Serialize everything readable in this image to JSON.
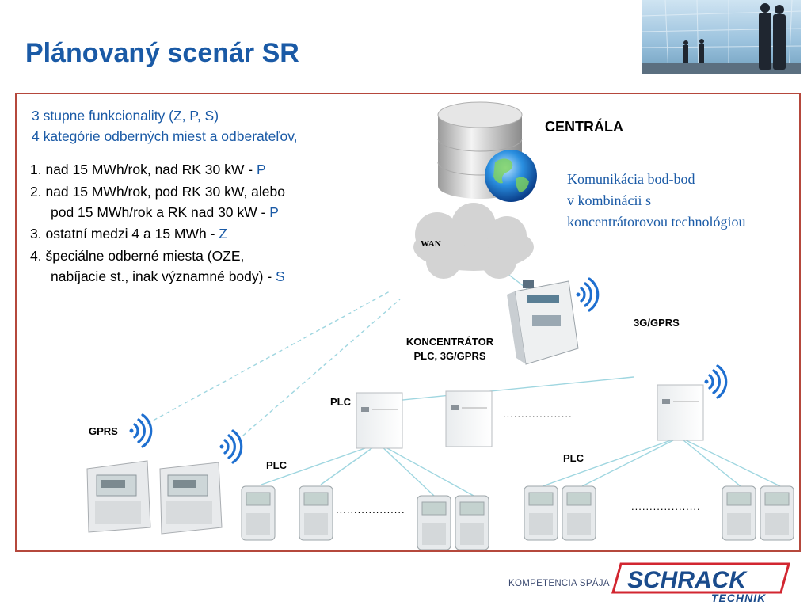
{
  "title": "Plánovaný scenár SR",
  "intro": {
    "line1": "3 stupne funkcionality (Z, P, S)",
    "line2": "4 kategórie odberných miest a odberateľov,"
  },
  "categories": [
    {
      "lines": [
        "1. nad 15 MWh/rok, nad RK 30 kW - "
      ],
      "level": "P"
    },
    {
      "lines": [
        "2. nad 15 MWh/rok, pod RK 30 kW, alebo",
        "pod 15 MWh/rok a RK nad 30 kW - "
      ],
      "level": "P"
    },
    {
      "lines": [
        "3. ostatní medzi 4 a 15 MWh - "
      ],
      "level": "Z"
    },
    {
      "lines": [
        "4. špeciálne odberné miesta (OZE,",
        "nabíjacie st., inak významné body) - "
      ],
      "level": "S"
    }
  ],
  "diagram": {
    "central_label": "CENTRÁLA",
    "communication_note": [
      "Komunikácia bod-bod",
      "v kombinácii s",
      "koncentrátorovou technológiou"
    ],
    "wan_label": "WAN",
    "concentrator_label": [
      "KONCENTRÁTOR",
      "PLC, 3G/GPRS"
    ],
    "gprs3g_label": "3G/GPRS",
    "gprs_label": "GPRS",
    "plc_labels": [
      "PLC",
      "PLC",
      "PLC"
    ],
    "ellipsis": "..................."
  },
  "footer": {
    "tagline": "KOMPETENCIA SPÁJA",
    "brand_main": "SCHRACK",
    "brand_sub": "TECHNIK"
  },
  "colors": {
    "title": "#1a5aa6",
    "frame": "#b5483c",
    "link_lines": "#9fd6e0",
    "wifi": "#1e6fd0",
    "logo_red": "#d22630",
    "logo_blue": "#1a4b8c"
  }
}
